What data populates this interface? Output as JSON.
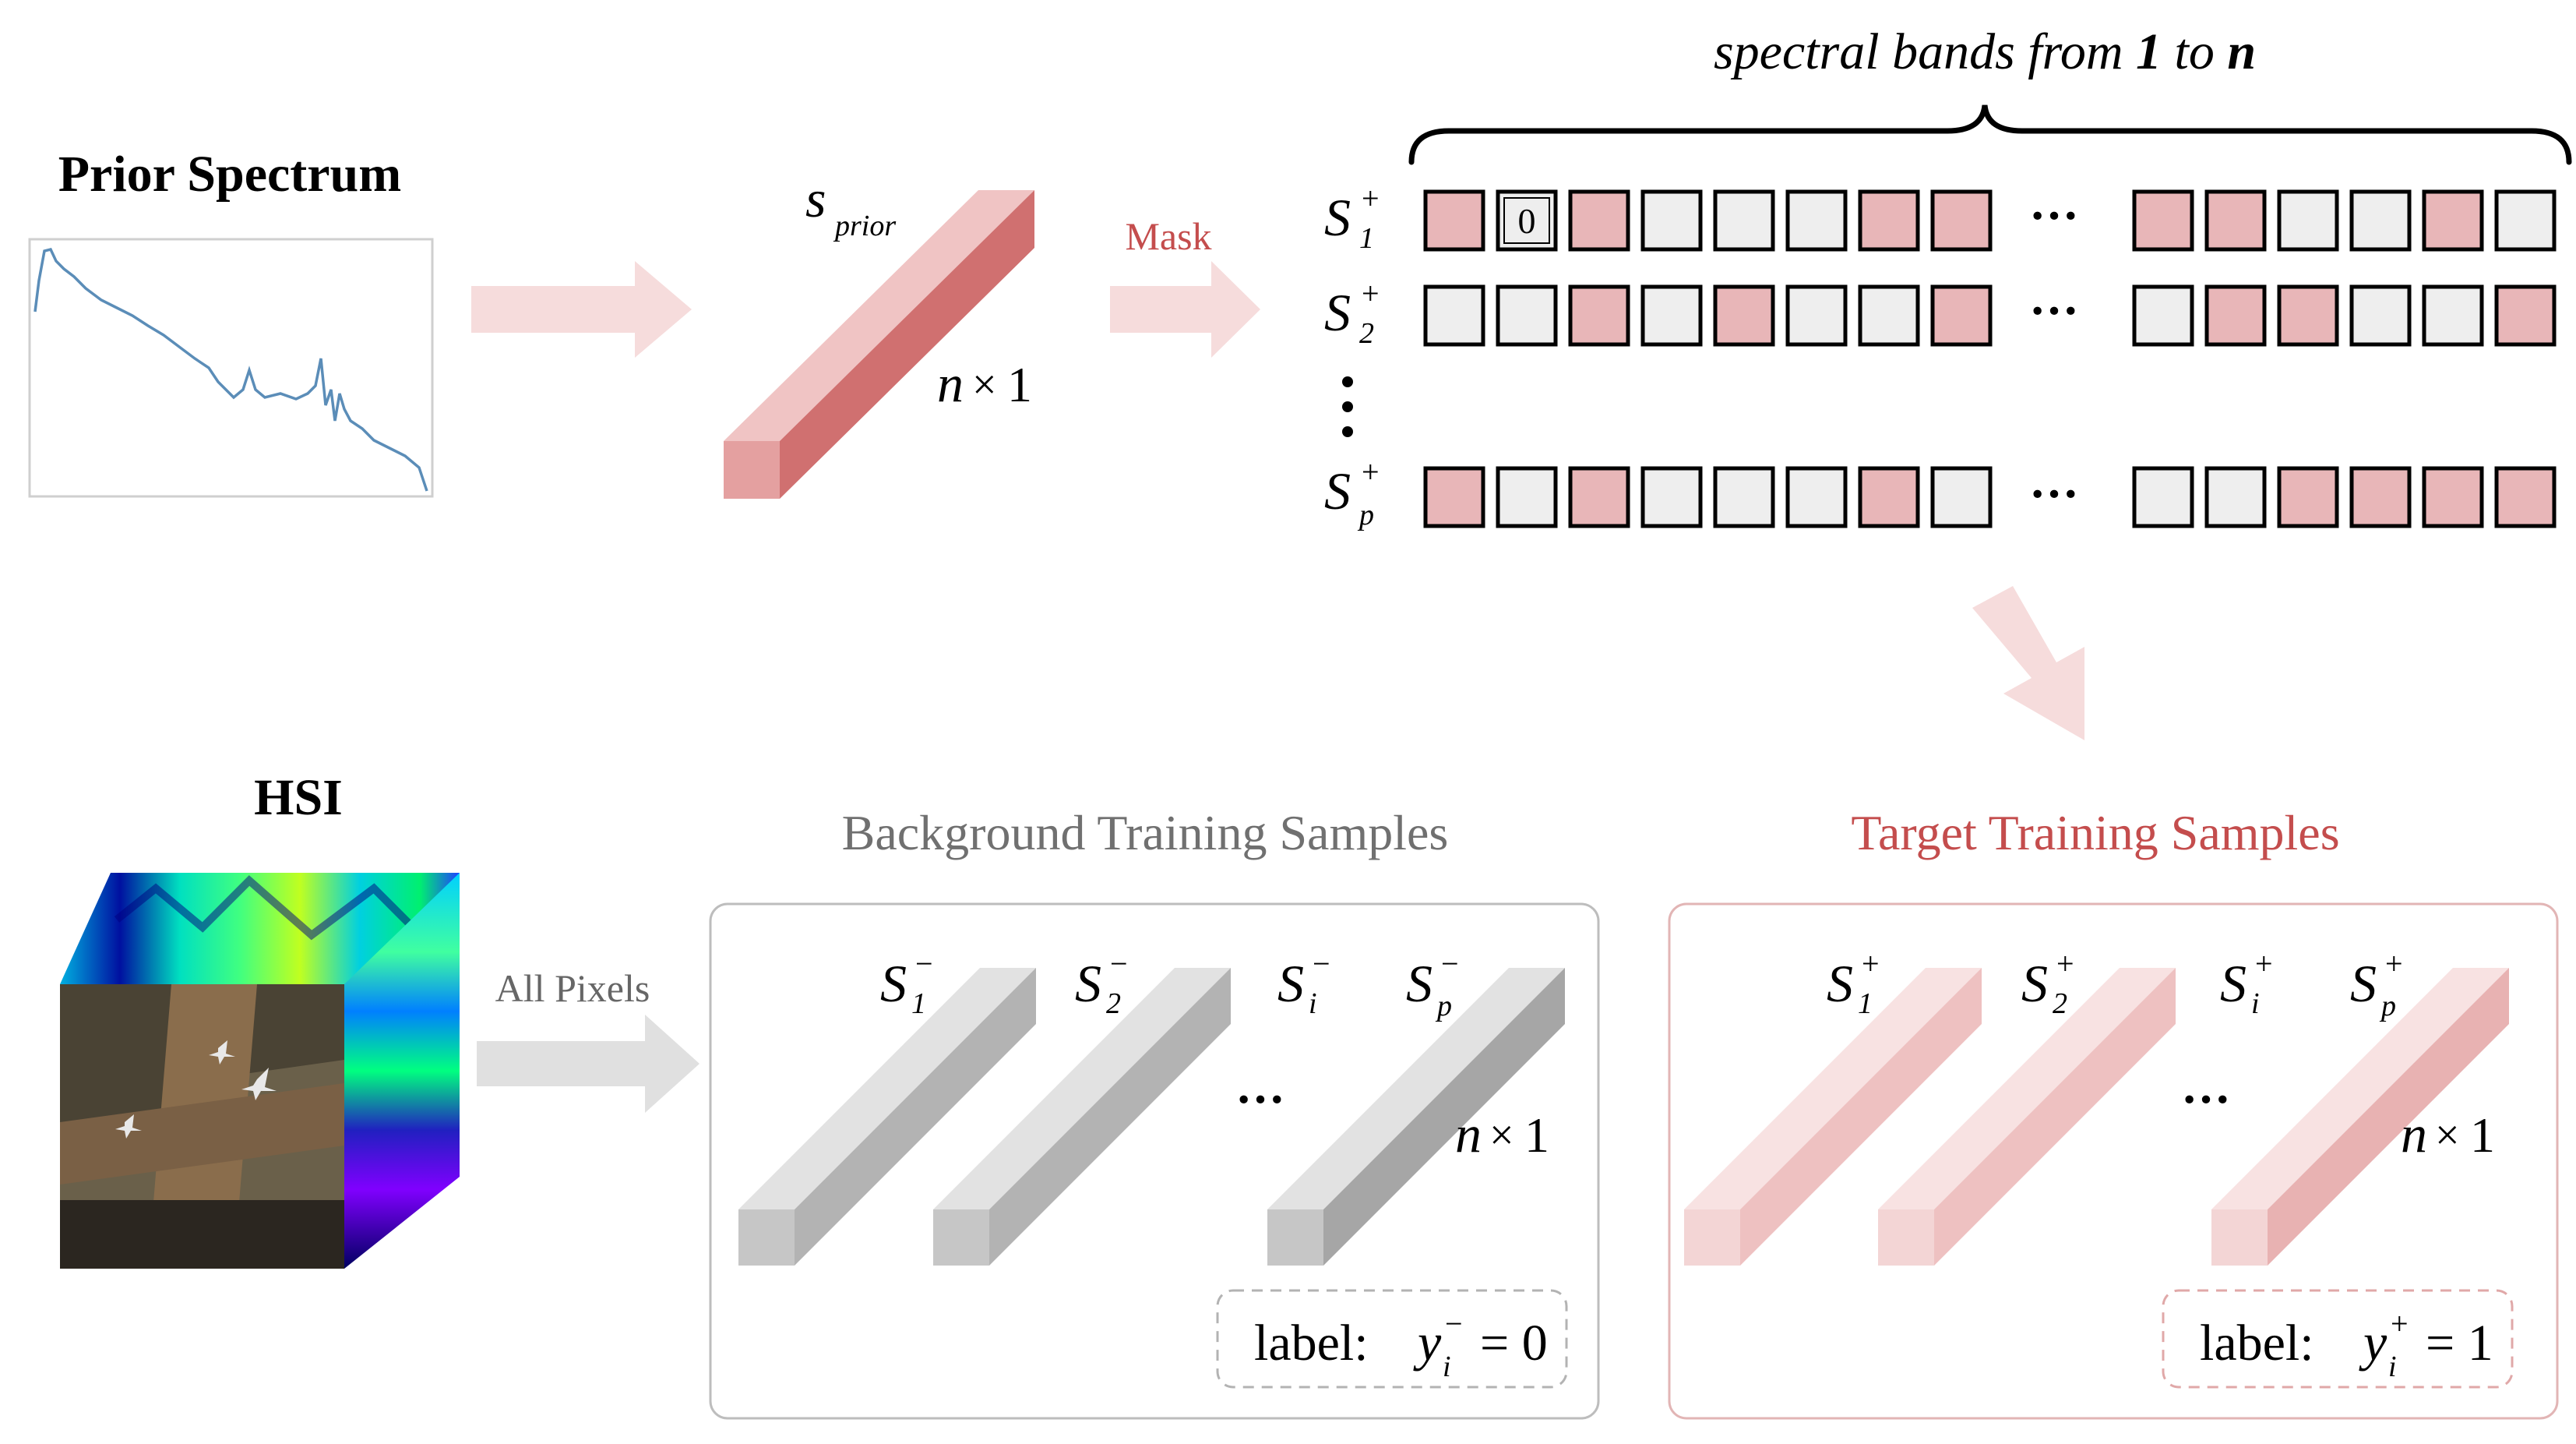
{
  "prior_spectrum": {
    "title": "Prior Spectrum"
  },
  "hsi": {
    "title": "HSI"
  },
  "prior_vector": {
    "symbol": "s",
    "subscript": "prior",
    "dim_n": "n",
    "dim_times": "×",
    "dim_one": "1"
  },
  "mask_arrow": {
    "label": "Mask"
  },
  "all_pixels_arrow": {
    "label": "All Pixels"
  },
  "bands_header": {
    "pre": "spectral bands from ",
    "start": "1",
    "mid": " to ",
    "end": "n"
  },
  "mask_rows": [
    {
      "symbol": "S",
      "subscript": "1",
      "superscript": "+",
      "cells": [
        "pink",
        "zero",
        "pink",
        "empty",
        "empty",
        "empty",
        "pink",
        "pink",
        "pink",
        "pink",
        "empty",
        "empty",
        "pink",
        "empty"
      ]
    },
    {
      "symbol": "S",
      "subscript": "2",
      "superscript": "+",
      "cells": [
        "empty",
        "empty",
        "pink",
        "empty",
        "pink",
        "empty",
        "empty",
        "pink",
        "empty",
        "pink",
        "pink",
        "empty",
        "empty",
        "pink"
      ]
    },
    {
      "symbol": "S",
      "subscript": "p",
      "superscript": "+",
      "cells": [
        "pink",
        "empty",
        "pink",
        "empty",
        "empty",
        "empty",
        "pink",
        "empty",
        "empty",
        "empty",
        "pink",
        "pink",
        "pink",
        "pink"
      ]
    }
  ],
  "mask_zero_text": "0",
  "ellipsis": "···",
  "background_panel": {
    "title": "Background Training Samples",
    "samples": [
      {
        "symbol": "S",
        "subscript": "1",
        "superscript": "−"
      },
      {
        "symbol": "S",
        "subscript": "2",
        "superscript": "−"
      },
      {
        "symbol": "S",
        "subscript": "i",
        "superscript": "−"
      },
      {
        "symbol": "S",
        "subscript": "p",
        "superscript": "−"
      }
    ],
    "dim_n": "n",
    "dim_times": "×",
    "dim_one": "1",
    "label_text": "label:",
    "label_y": "y",
    "label_sub": "i",
    "label_sup": "−",
    "label_eq": "= 0"
  },
  "target_panel": {
    "title": "Target Training Samples",
    "samples": [
      {
        "symbol": "S",
        "subscript": "1",
        "superscript": "+"
      },
      {
        "symbol": "S",
        "subscript": "2",
        "superscript": "+"
      },
      {
        "symbol": "S",
        "subscript": "i",
        "superscript": "+"
      },
      {
        "symbol": "S",
        "subscript": "p",
        "superscript": "+"
      }
    ],
    "dim_n": "n",
    "dim_times": "×",
    "dim_one": "1",
    "label_text": "label:",
    "label_y": "y",
    "label_sub": "i",
    "label_sup": "+",
    "label_eq": "= 1"
  },
  "colors": {
    "pink_cell": "#e8b6b8",
    "empty_cell": "#eeeeee",
    "prior_bar": "#d07070",
    "arrow_pink": "#f6dcdc",
    "arrow_gray": "#e0e0e0",
    "target_title": "#c44d4d",
    "background_title": "#707070",
    "spectrum_line": "#5b8db8"
  }
}
